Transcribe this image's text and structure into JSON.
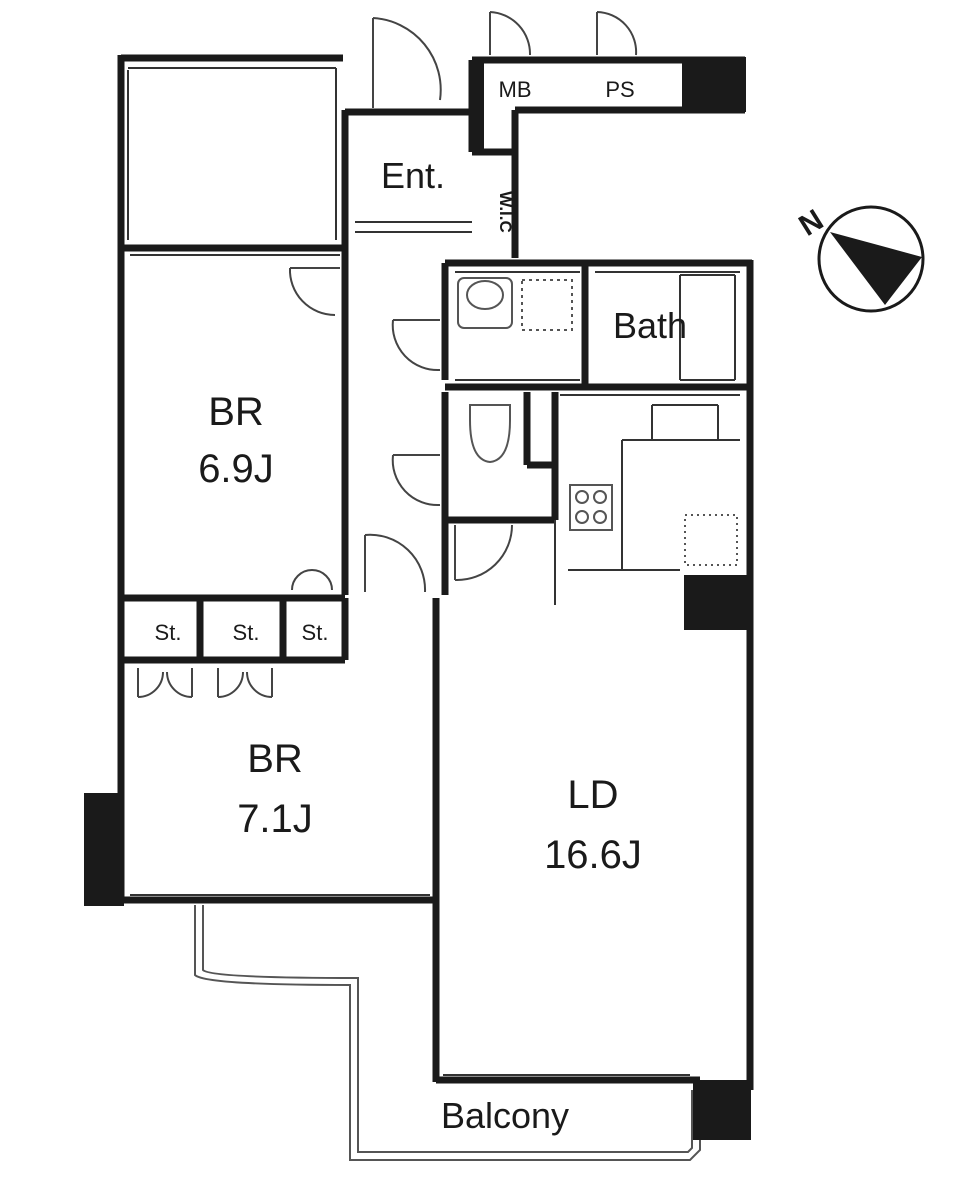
{
  "rooms": {
    "entrance": "Ent.",
    "meter_box": "MB",
    "pipe_space": "PS",
    "wic": "W.I.C",
    "bath": "Bath",
    "br1_name": "BR",
    "br1_size": "6.9J",
    "br2_name": "BR",
    "br2_size": "7.1J",
    "st1": "St.",
    "st2": "St.",
    "st3": "St.",
    "ld_name": "LD",
    "ld_size": "16.6J",
    "balcony": "Balcony"
  },
  "compass": {
    "north": "N"
  }
}
